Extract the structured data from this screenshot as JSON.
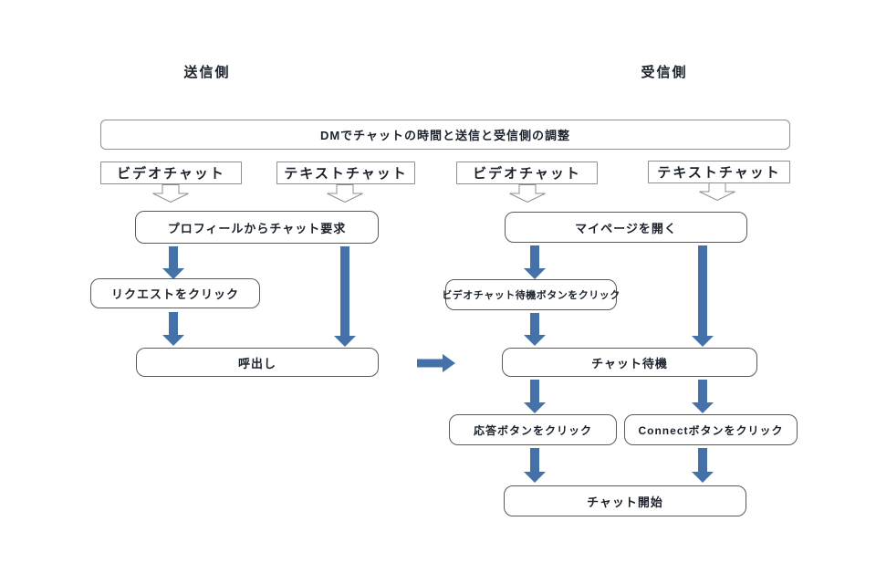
{
  "headers": {
    "sender": "送信側",
    "receiver": "受信側"
  },
  "coordination_box": "DMでチャットの時間と送信と受信側の調整",
  "sender": {
    "video_chat": "ビデオチャット",
    "text_chat": "テキストチャット",
    "request_from_profile": "プロフィールからチャット要求",
    "click_request": "リクエストをクリック",
    "call": "呼出し"
  },
  "receiver": {
    "video_chat": "ビデオチャット",
    "text_chat": "テキストチャット",
    "open_mypage": "マイページを開く",
    "click_video_standby": "ビデオチャット待機ボタンをクリック",
    "chat_standby": "チャット待機",
    "click_answer": "応答ボタンをクリック",
    "click_connect": "Connectボタンをクリック",
    "chat_start": "チャット開始"
  },
  "colors": {
    "arrow": "#4472A8",
    "box_border": "#8f8f8f",
    "rounded_box_border": "#5a5a5a",
    "text": "#1c222c",
    "background": "#ffffff"
  }
}
